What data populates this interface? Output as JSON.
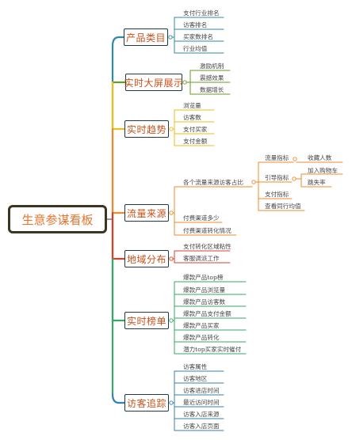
{
  "root": "生意参谋看板",
  "categories": [
    {
      "label": "产品类目",
      "color": "#2e8aa5",
      "items": [
        "支付行业排名",
        "访客排名",
        "买家数排名",
        "行业均值"
      ]
    },
    {
      "label": "实时大屏展示",
      "color": "#6a9a2a",
      "items": [
        "激励机制",
        "震撼效果",
        "数据增长"
      ]
    },
    {
      "label": "实时趋势",
      "color": "#e8c21a",
      "items": [
        "浏览量",
        "访客数",
        "支付买家",
        "支付金额"
      ]
    },
    {
      "label": "流量来源",
      "color": "#f08a2a",
      "items": [
        "各个流量来源访客占比",
        "付费渠道多少",
        "付费渠道转化情况"
      ],
      "sub": {
        "nodes": [
          "流量指标",
          "引导指标",
          "支付指标",
          "查看同行均值"
        ],
        "flow": [
          "收藏人数"
        ],
        "guide": [
          "加入购物车",
          "跳失率"
        ]
      }
    },
    {
      "label": "地域分布",
      "color": "#d6402a",
      "items": [
        "支付转化区域粘性",
        "客服调派工作"
      ]
    },
    {
      "label": "实时榜单",
      "color": "#3aa56a",
      "items": [
        "爆款产品top榜",
        "爆款产品浏览量",
        "爆款产品访客数",
        "爆款产品支付金额",
        "爆款产品买家",
        "爆款产品转化",
        "潜力top买家实时催付"
      ]
    },
    {
      "label": "访客追踪",
      "color": "#3a7fb0",
      "items": [
        "访客属性",
        "访客地区",
        "访客进店时间",
        "最近访问时间",
        "访客入店来源",
        "访客入店页面"
      ]
    }
  ]
}
